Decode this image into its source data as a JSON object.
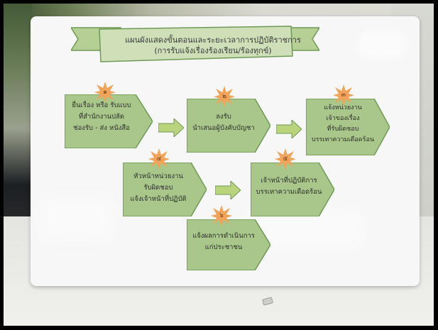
{
  "title": {
    "line1": "แผนผังแสดงขั้นตอนและระยะเวลาการปฏิบัติราชการ",
    "line2": "(การรับแจ้งเรื่องร้องเรียน/ร้องทุกข์)"
  },
  "steps": [
    {
      "number": "๑",
      "lines": [
        "ยื่นเรื่อง หรือ รับแบบ",
        "ที่สำนักงานปลัด",
        "ช่องรับ - ส่ง หนังสือ"
      ]
    },
    {
      "number": "๒",
      "lines": [
        "ลงรับ",
        "นำเสนอผู้บังคับบัญชา"
      ]
    },
    {
      "number": "๓",
      "lines": [
        "แจ้งหน่วยงาน",
        "เจ้าของเรื่อง",
        "ที่รับผิดชอบ",
        "บรรเทาความเดือดร้อน"
      ]
    },
    {
      "number": "๔",
      "lines": [
        "หัวหน้าหน่วยงาน",
        "รับผิดชอบ",
        "แจ้งเจ้าหน้าที่ปฏิบัติ"
      ]
    },
    {
      "number": "๕",
      "lines": [
        "เจ้าหน้าที่ปฏิบัติการ",
        "บรรเทาความเดือดร้อน"
      ]
    },
    {
      "number": "๖",
      "lines": [
        "แจ้งผลการดำเนินการ",
        "แก่ประชาชน"
      ]
    }
  ],
  "colors": {
    "box_fill": "#a9c78a",
    "box_stroke": "#6f9a55",
    "arrow_fill": "#b9d47a",
    "star_fill": "#f0a45a",
    "banner_fill": "#b5cf95"
  }
}
